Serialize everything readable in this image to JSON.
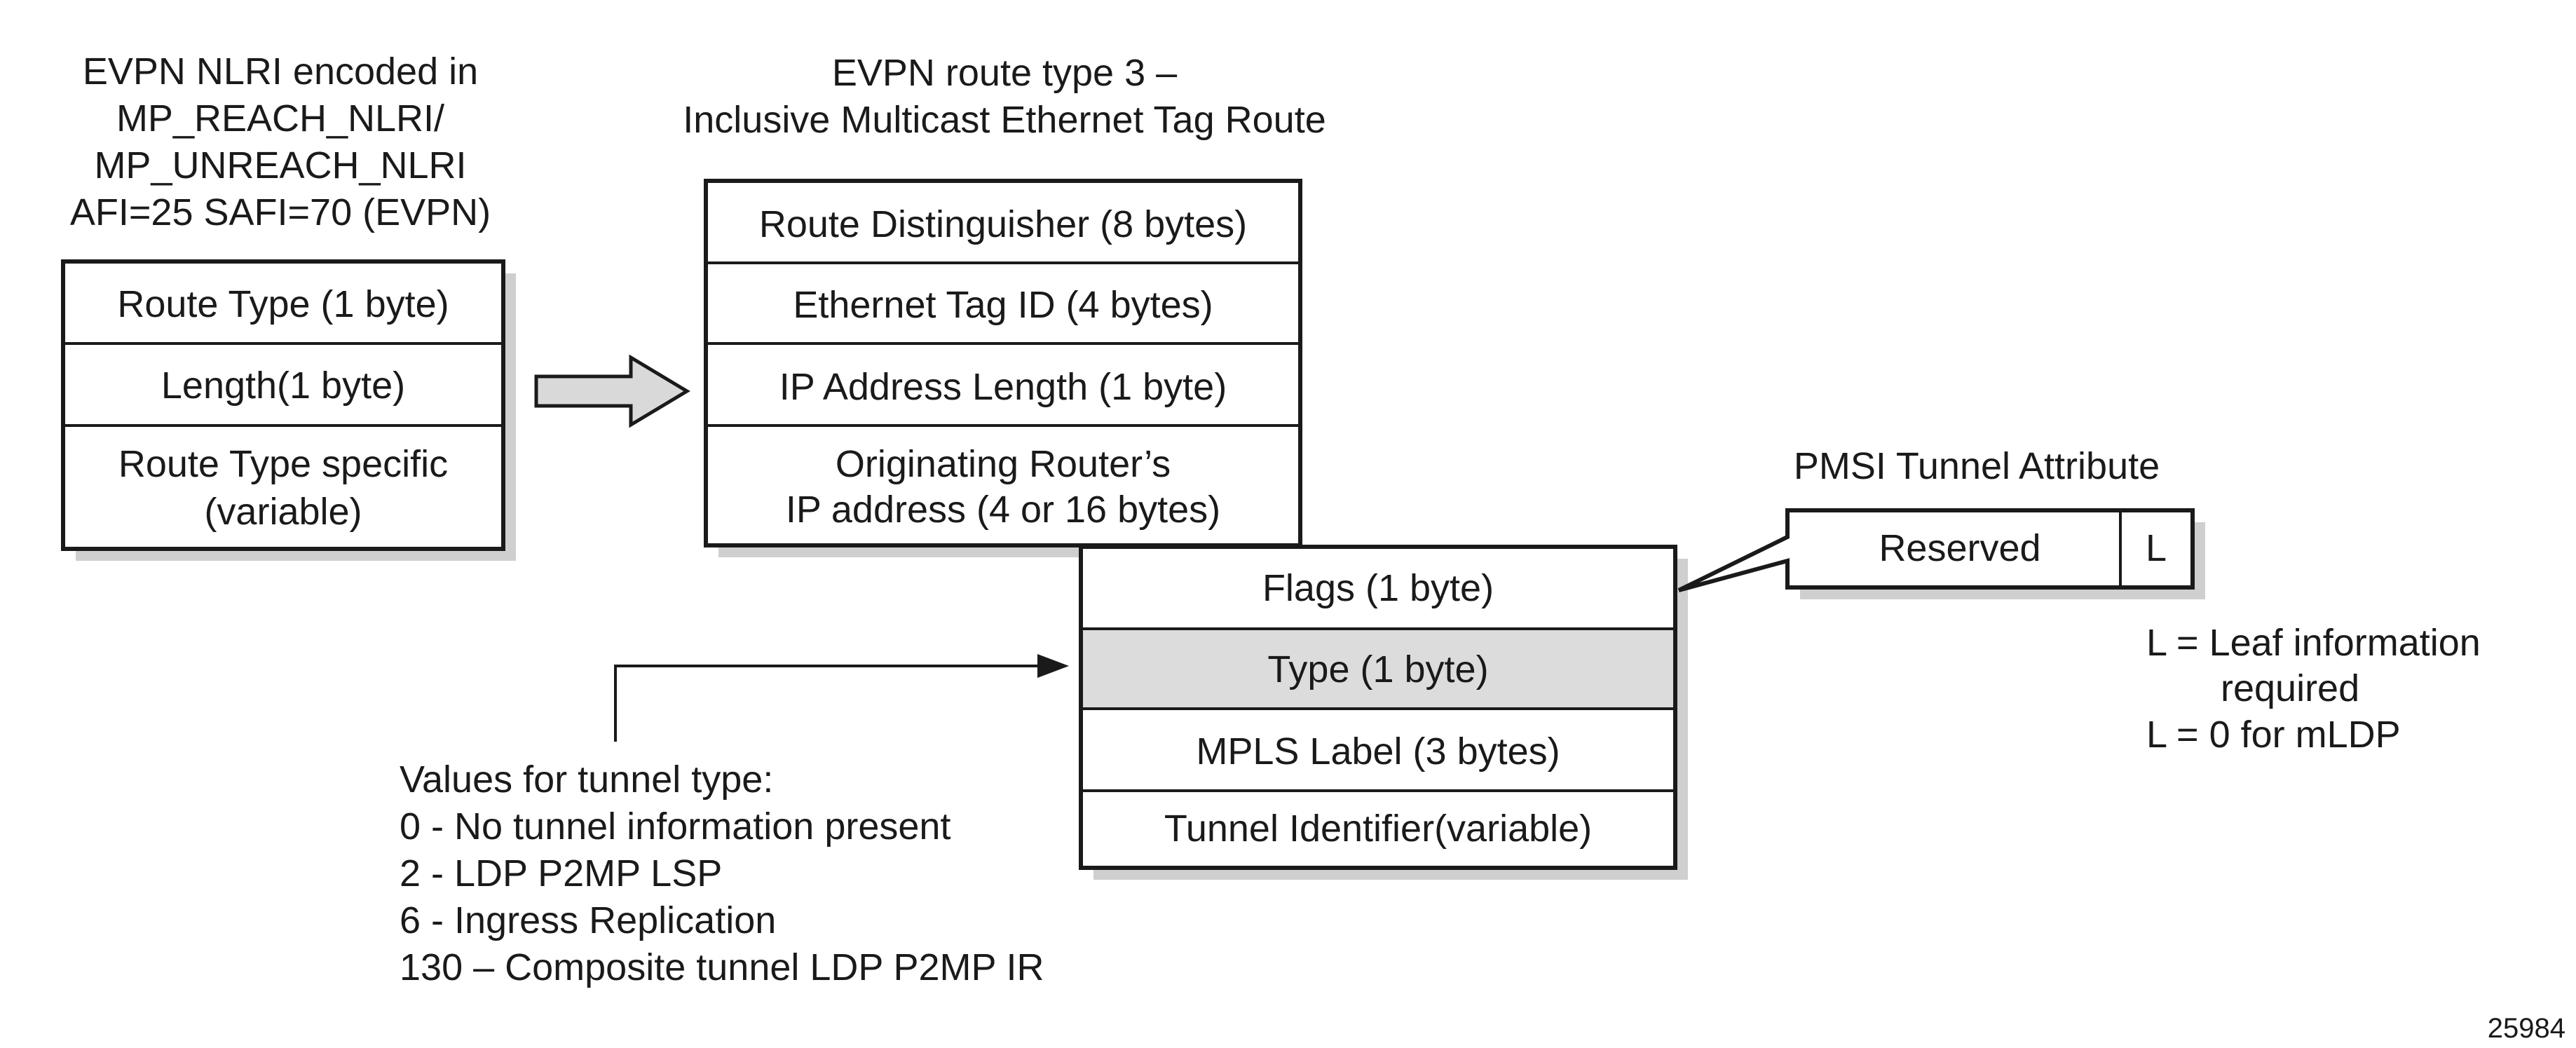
{
  "colors": {
    "line": "#1a1a1a",
    "shadow": "#cfcfcf",
    "highlight_field": "#dcdcdc",
    "arrow_fill": "#d9d9d9"
  },
  "nlri": {
    "caption": [
      "EVPN NLRI encoded in",
      "MP_REACH_NLRI/",
      "MP_UNREACH_NLRI",
      "AFI=25 SAFI=70 (EVPN)"
    ],
    "fields": [
      [
        "Route Type (1 byte)"
      ],
      [
        "Length(1 byte)"
      ],
      [
        "Route Type specific",
        "(variable)"
      ]
    ]
  },
  "route_type3": {
    "caption": [
      "EVPN route type 3 –",
      "Inclusive Multicast Ethernet Tag Route"
    ],
    "fields": [
      [
        "Route Distinguisher (8 bytes)"
      ],
      [
        "Ethernet Tag ID (4 bytes)"
      ],
      [
        "IP Address Length (1 byte)"
      ],
      [
        "Originating Router’s",
        "IP address (4 or 16 bytes)"
      ]
    ]
  },
  "pmsi": {
    "fields": [
      [
        "Flags (1 byte)"
      ],
      [
        "Type (1 byte)"
      ],
      [
        "MPLS Label (3 bytes)"
      ],
      [
        "Tunnel Identifier(variable)"
      ]
    ],
    "highlighted_field": "Type (1 byte)"
  },
  "pmsi_attribute": {
    "caption": "PMSI Tunnel Attribute",
    "reserved_label": "Reserved",
    "leaf_label": "L",
    "legend": [
      "L = Leaf information",
      "required",
      "L = 0 for mLDP"
    ]
  },
  "tunnel_types": {
    "heading": "Values  for tunnel type:",
    "values": [
      "0 - No tunnel information present",
      "2 - LDP P2MP LSP",
      "6 - Ingress Replication",
      "130 – Composite tunnel  LDP  P2MP  IR"
    ]
  },
  "figure_id": "25984"
}
